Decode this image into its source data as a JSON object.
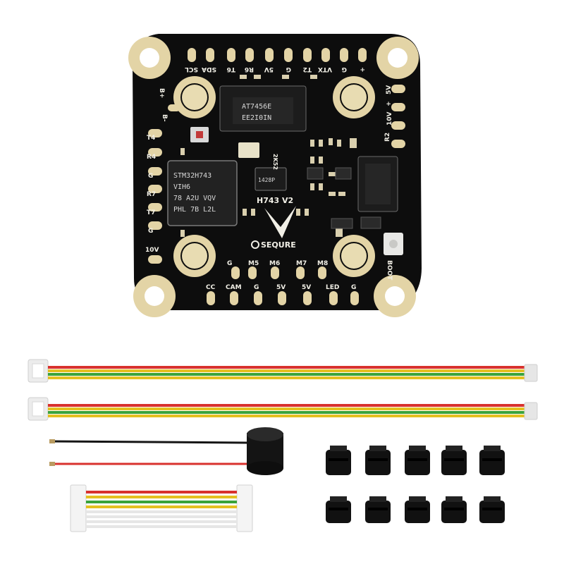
{
  "board": {
    "model": "H743 V2",
    "brand": "SEQURE",
    "mcu": {
      "line1": "STM32H743",
      "line2": "VIH6",
      "line3": "78 A2U VQV",
      "line4": "PHL 7B L2L"
    },
    "osd_chip": {
      "line1": "AT7456E",
      "line2": "EE2I0IN"
    },
    "small_chip": "1428P",
    "small_chip_top": "2K52",
    "top_pads": [
      "SCL",
      "SDA",
      "T6",
      "R6",
      "5V",
      "G",
      "T2",
      "VTX",
      "G",
      "+"
    ],
    "left_pads": [
      "T4",
      "R4",
      "G",
      "R7",
      "T7",
      "G",
      "10V"
    ],
    "right_pads": [
      "5V",
      "+",
      "10V",
      "R2"
    ],
    "bottom_pads": [
      "CC",
      "CAM",
      "G",
      "5V",
      "5V",
      "LED",
      "G"
    ],
    "motor_pads": [
      "G",
      "M5",
      "M6",
      "M7",
      "M8"
    ],
    "left_top_label": "B+",
    "left_small": "B-",
    "boot_label": "BOOT"
  },
  "colors": {
    "pcb": "#0d0d0d",
    "pad_gold": "#e3d4a6",
    "pad_gold_dark": "#c8b482",
    "silkscreen": "#f1efe6",
    "wire_red": "#d8322e",
    "wire_yellow": "#e4c020",
    "wire_green": "#3aa33a",
    "grommet": "#111111"
  },
  "accessories": {
    "cables": [
      "jst-cable",
      "jst-cable",
      "buzzer-lead",
      "ribbon-cable"
    ],
    "grommet_count": 10
  }
}
